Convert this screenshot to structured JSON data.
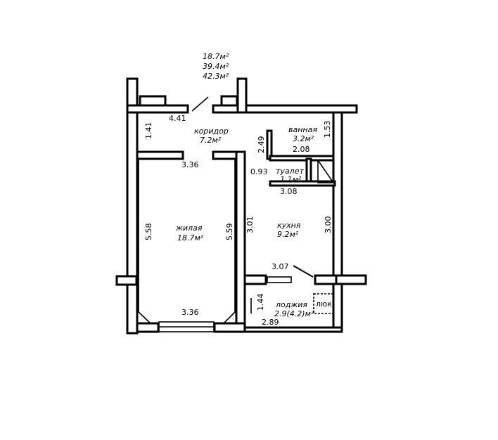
{
  "totals": {
    "living": "18.7м²",
    "usable": "39.4м²",
    "total": "42.3м²"
  },
  "rooms": {
    "corridor": {
      "name": "коридор",
      "area": "7.2м²"
    },
    "bathroom": {
      "name": "ванная",
      "area": "3.2м²"
    },
    "toilet": {
      "name": "туалет",
      "area": "1.1м²"
    },
    "living_room": {
      "name": "жилая",
      "area": "18.7м²"
    },
    "kitchen": {
      "name": "кухня",
      "area": "9.2м²"
    },
    "loggia": {
      "name": "лоджия",
      "area": "2.9(4.2)м²"
    },
    "hatch": "люк"
  },
  "dimensions": {
    "entry_width": "4.41",
    "corridor_depth": "1.41",
    "corridor_width": "3.36",
    "living_width_bottom": "3.36",
    "living_left": "5.58",
    "living_right": "5.59",
    "bath_height": "2.49",
    "bath_width": "2.08",
    "bath_side": "1.53",
    "toilet_height": "0.93",
    "toilet_width": "3.08",
    "kitchen_left": "3.01",
    "kitchen_right": "3.00",
    "kitchen_width": "3.07",
    "loggia_height": "1.44",
    "loggia_width": "2.89"
  }
}
